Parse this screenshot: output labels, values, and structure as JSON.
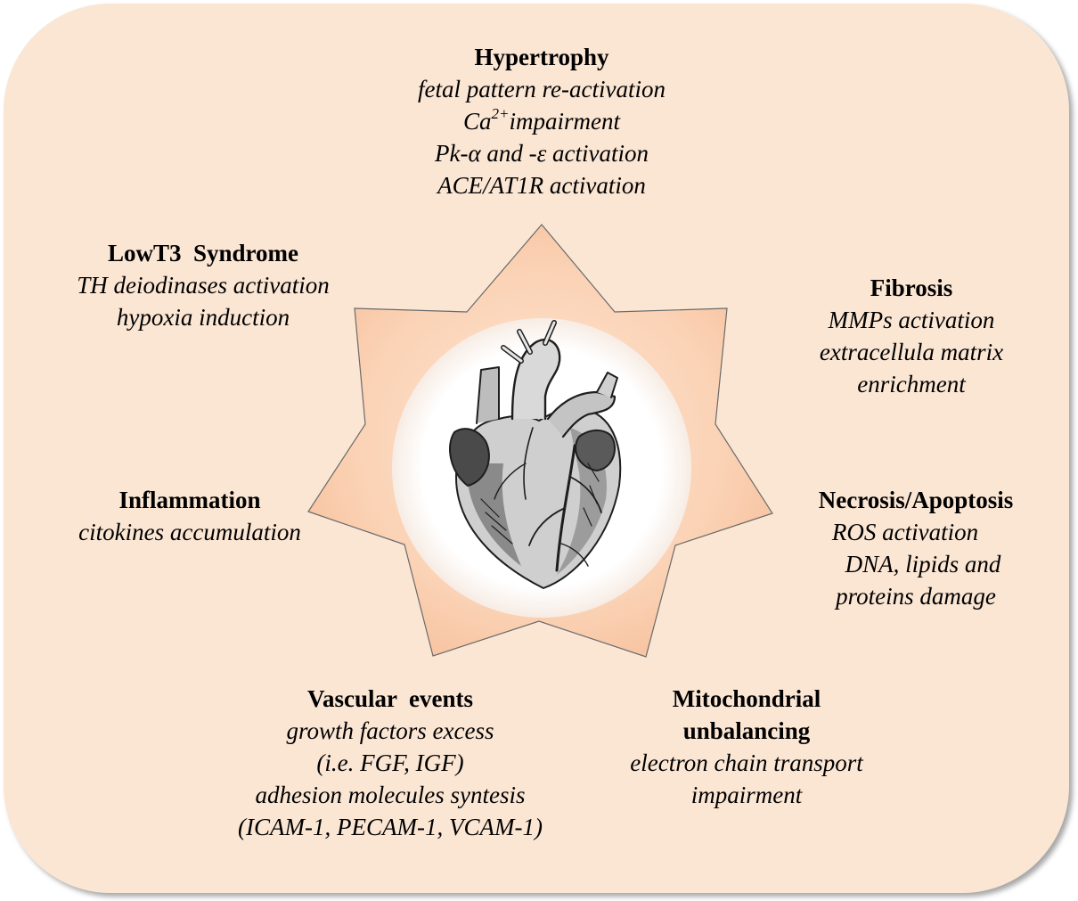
{
  "hub": {
    "icon": "heart-icon",
    "star_points": 7,
    "star_fill": "#fbd2b4",
    "circle_fill": "#ffffff"
  },
  "panel": {
    "fill": "#fbe6d4"
  },
  "hypertrophy": {
    "title": "Hypertrophy",
    "line1": "fetal pattern re-activation",
    "line2_base": "Ca",
    "line2_sup": "2+",
    "line2_rest": "impairment",
    "line3": "Pk-α and -ε activation",
    "line4": "ACE/AT1R activation"
  },
  "lowt3": {
    "title": "LowT3  Syndrome",
    "line1": "TH deiodinases activation",
    "line2": "hypoxia induction"
  },
  "fibrosis": {
    "title": "Fibrosis",
    "line1": "MMPs activation",
    "line2": "extracellula matrix",
    "line3": "enrichment"
  },
  "inflammation": {
    "title": "Inflammation",
    "line1": "citokines accumulation"
  },
  "necrosis": {
    "title": "Necrosis/Apoptosis",
    "line1": "ROS activation",
    "line2": "DNA, lipids and",
    "line3": "proteins damage"
  },
  "vascular": {
    "title": "Vascular  events",
    "line1": "growth factors excess",
    "line2": "(i.e. FGF, IGF)",
    "line3": "adhesion molecules syntesis",
    "line4": "(ICAM-1, PECAM-1, VCAM-1)"
  },
  "mitochondrial": {
    "title_line1": "Mitochondrial",
    "title_line2": "unbalancing",
    "line1": "electron chain transport",
    "line2": "impairment"
  }
}
